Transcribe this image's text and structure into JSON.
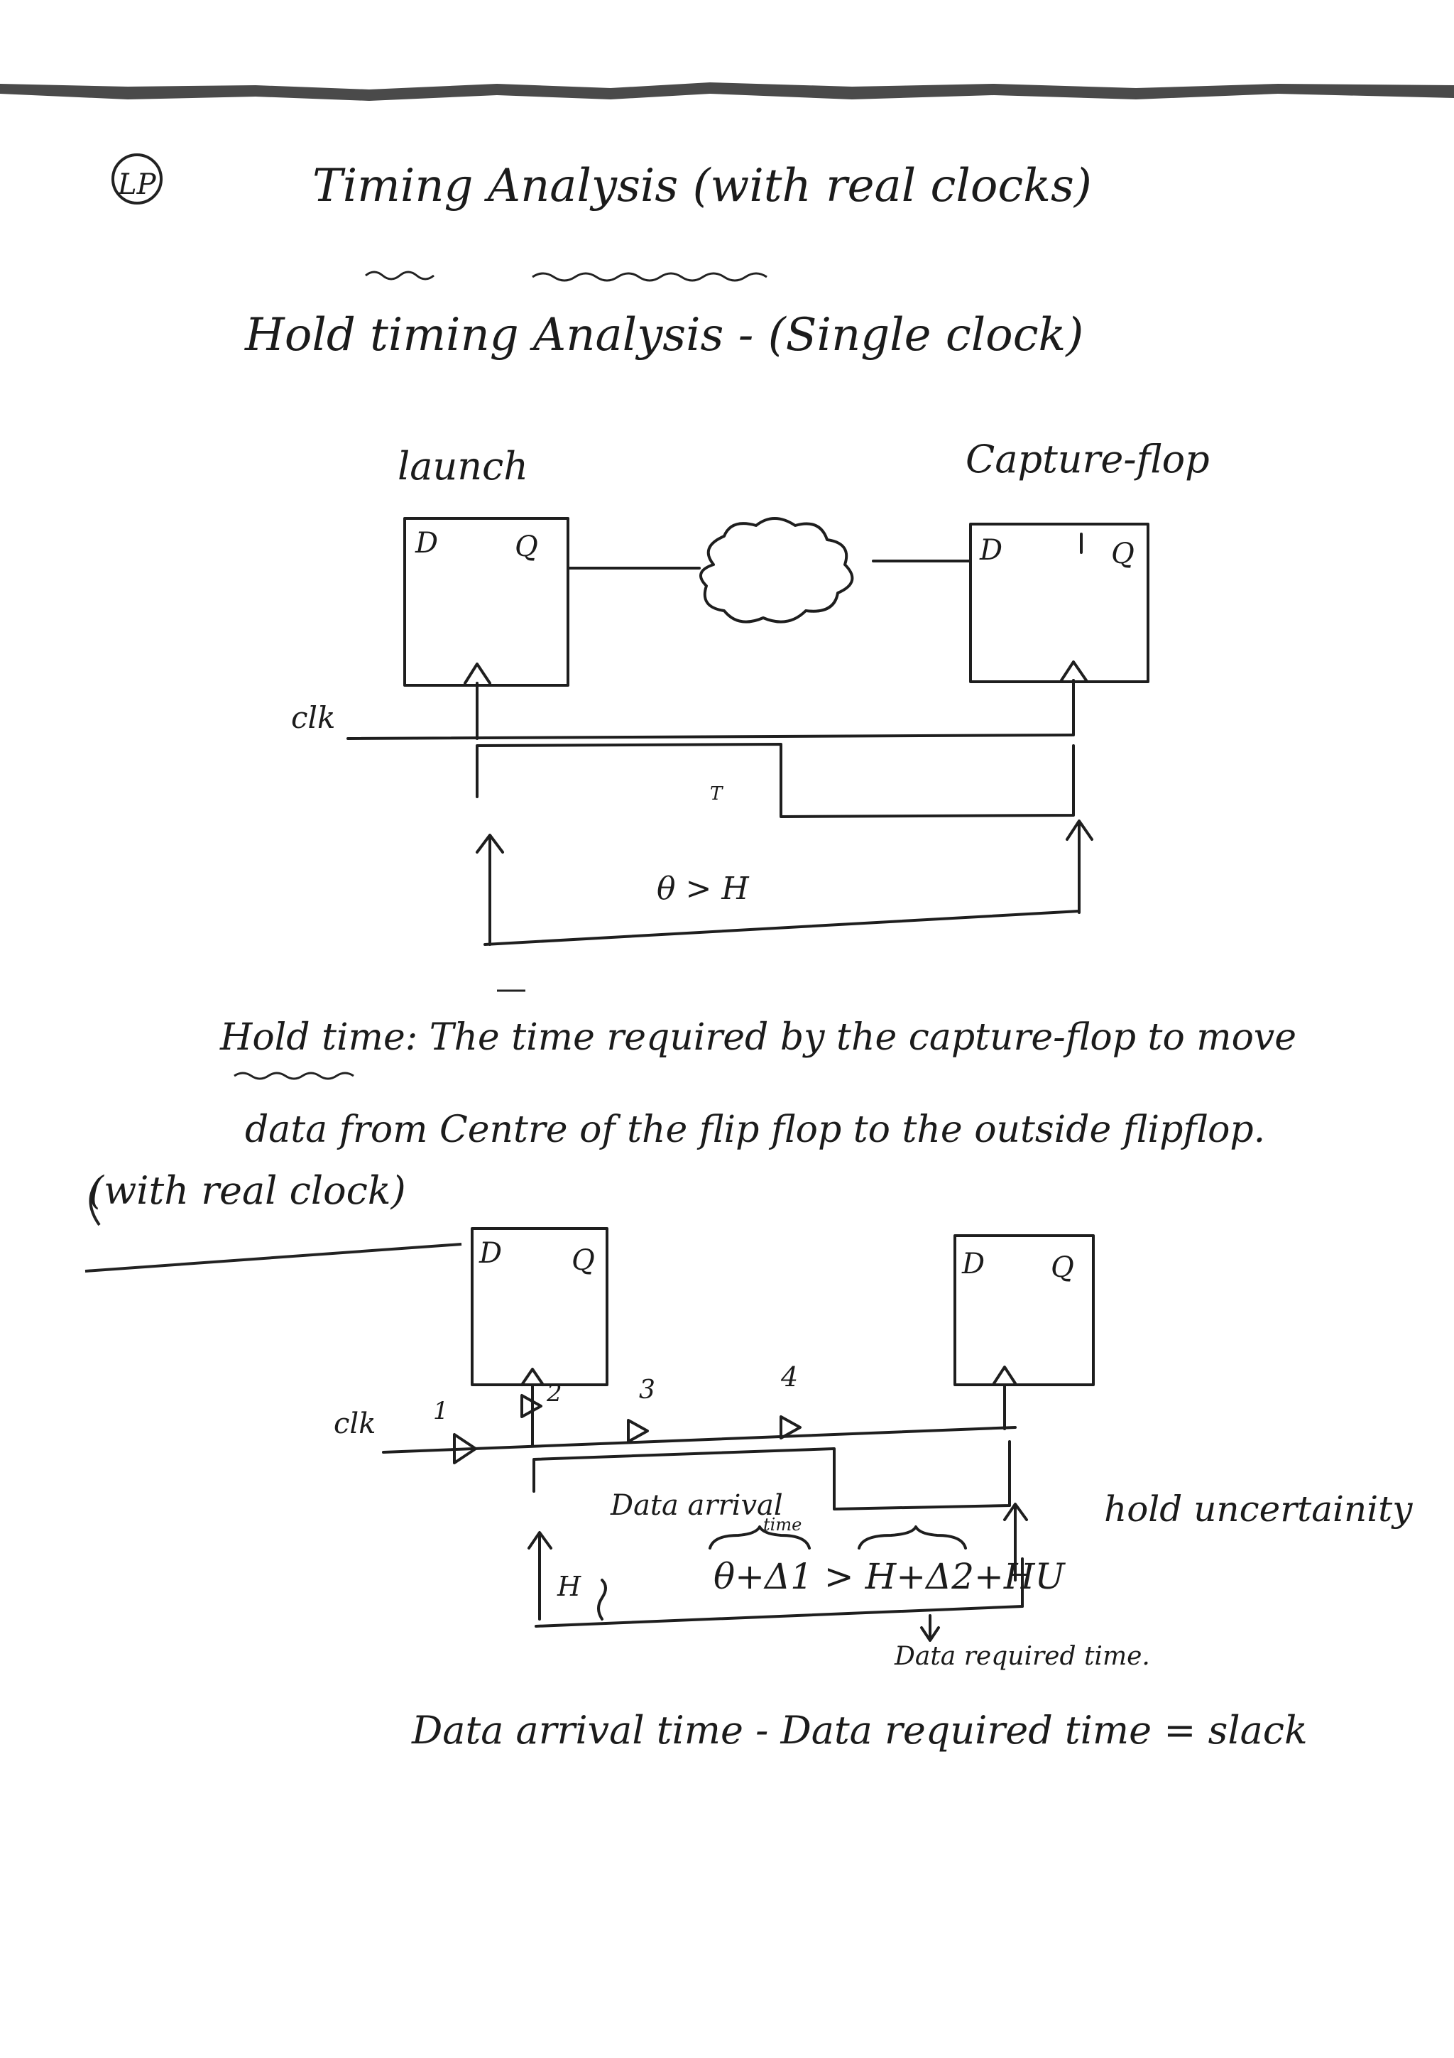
{
  "page_marker": "LP",
  "title": "Timing Analysis (with real clocks)",
  "subtitle": "Hold timing Analysis - (Single clock)",
  "diagram1": {
    "launch_label": "launch",
    "capture_label": "Capture-flop",
    "launch_d": "D",
    "launch_q": "Q",
    "capture_d": "D",
    "capture_q": "Q",
    "clk_label": "clk",
    "t_mark": "T",
    "condition": "θ > H"
  },
  "hold_definition": {
    "line1": "Hold time: The time required by the capture-flop to move",
    "line2": "data from Centre of the flip flop to the outside flipflop."
  },
  "with_real_clock": "(with real clock)",
  "diagram2": {
    "launch_d": "D",
    "launch_q": "Q",
    "capture_d": "D",
    "capture_q": "Q",
    "clk_label": "clk",
    "buffer_labels": [
      "1",
      "2",
      "3",
      "4"
    ],
    "data_arrival_label": "Data arrival",
    "time_label": "time",
    "condition": "θ+Δ1 > H+Δ2+HU",
    "hu_label": "HU",
    "h_label": "H",
    "hold_uncertainty": "hold uncertainity",
    "data_required": "Data required time."
  },
  "slack_equation": "Data arrival time - Data required time = slack"
}
